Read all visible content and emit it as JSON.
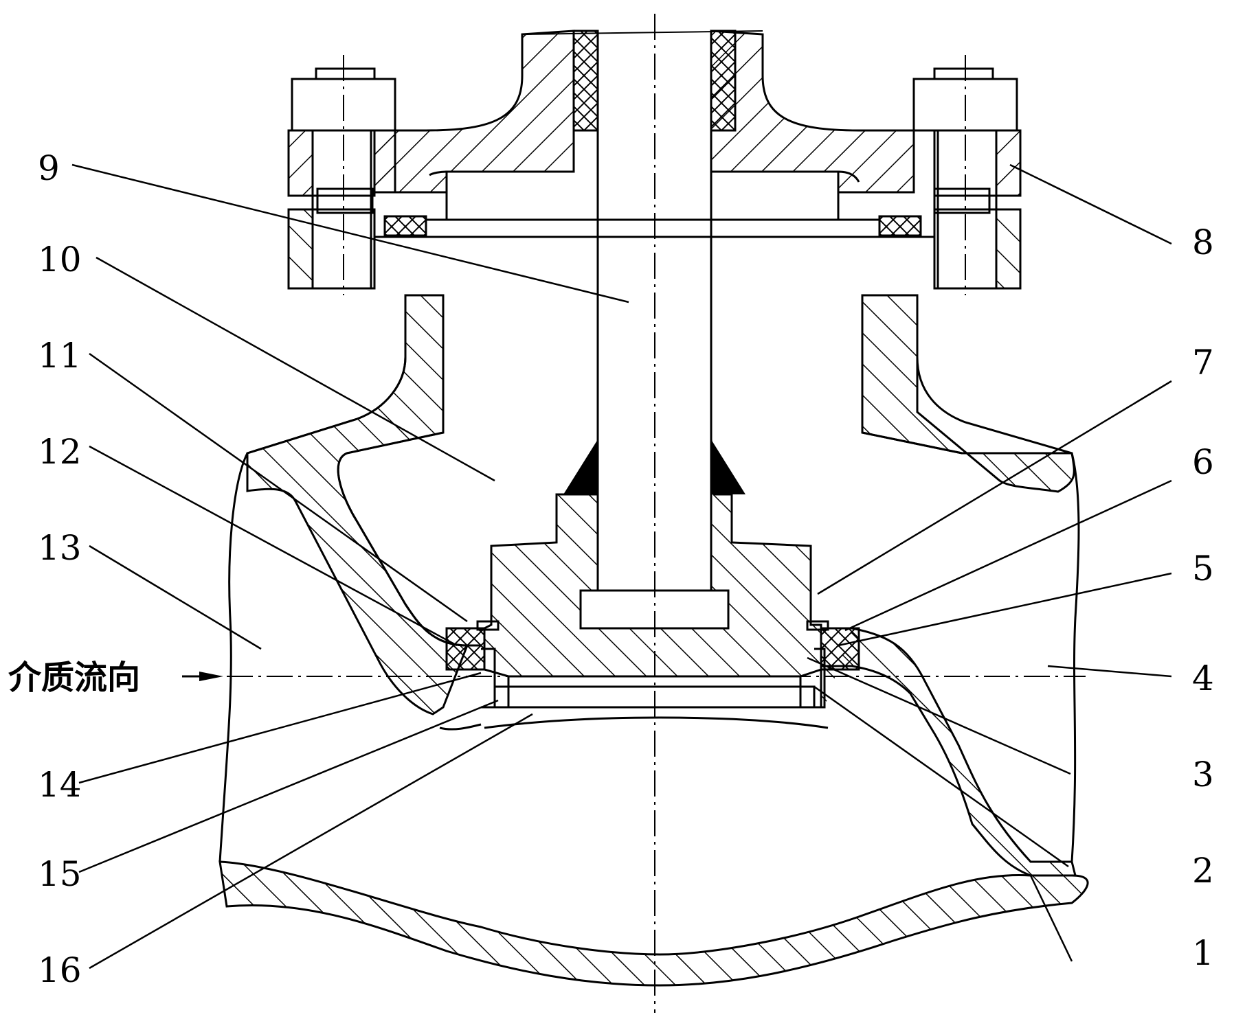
{
  "diagram": {
    "flow_label": "介质流向",
    "callouts": [
      {
        "id": "1",
        "text": "1"
      },
      {
        "id": "2",
        "text": "2"
      },
      {
        "id": "3",
        "text": "3"
      },
      {
        "id": "4",
        "text": "4"
      },
      {
        "id": "5",
        "text": "5"
      },
      {
        "id": "6",
        "text": "6"
      },
      {
        "id": "7",
        "text": "7"
      },
      {
        "id": "8",
        "text": "8"
      },
      {
        "id": "9",
        "text": "9"
      },
      {
        "id": "10",
        "text": "10"
      },
      {
        "id": "11",
        "text": "11"
      },
      {
        "id": "12",
        "text": "12"
      },
      {
        "id": "13",
        "text": "13"
      },
      {
        "id": "14",
        "text": "14"
      },
      {
        "id": "15",
        "text": "15"
      },
      {
        "id": "16",
        "text": "16"
      }
    ]
  },
  "colors": {
    "line": "#000000",
    "background": "#ffffff"
  }
}
